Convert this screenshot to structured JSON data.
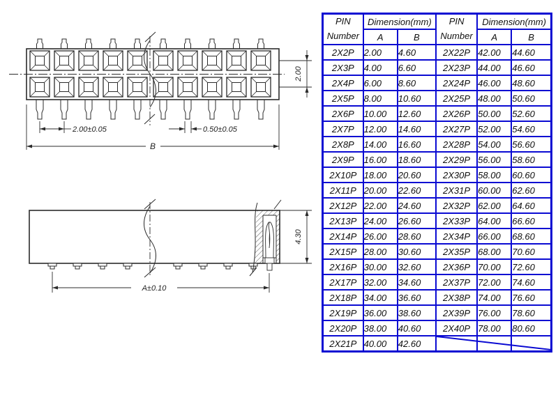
{
  "colors": {
    "table_border": "#0a0ad2",
    "drawing_line": "#2b2b2b"
  },
  "drawing": {
    "top_view": {
      "row_pitch": "2.00",
      "pin_pitch": "2.00±0.05",
      "pin_width": "0.50±0.05",
      "overall_length": "B"
    },
    "side_view": {
      "height": "4.30",
      "length": "A±0.10"
    }
  },
  "table": {
    "headers": {
      "pin_line1": "PIN",
      "pin_line2": "Number",
      "dimension": "Dimension(mm)",
      "col_a": "A",
      "col_b": "B"
    },
    "rows": [
      [
        "2X2P",
        "2.00",
        "4.60",
        "2X22P",
        "42.00",
        "44.60"
      ],
      [
        "2X3P",
        "4.00",
        "6.60",
        "2X23P",
        "44.00",
        "46.60"
      ],
      [
        "2X4P",
        "6.00",
        "8.60",
        "2X24P",
        "46.00",
        "48.60"
      ],
      [
        "2X5P",
        "8.00",
        "10.60",
        "2X25P",
        "48.00",
        "50.60"
      ],
      [
        "2X6P",
        "10.00",
        "12.60",
        "2X26P",
        "50.00",
        "52.60"
      ],
      [
        "2X7P",
        "12.00",
        "14.60",
        "2X27P",
        "52.00",
        "54.60"
      ],
      [
        "2X8P",
        "14.00",
        "16.60",
        "2X28P",
        "54.00",
        "56.60"
      ],
      [
        "2X9P",
        "16.00",
        "18.60",
        "2X29P",
        "56.00",
        "58.60"
      ],
      [
        "2X10P",
        "18.00",
        "20.60",
        "2X30P",
        "58.00",
        "60.60"
      ],
      [
        "2X11P",
        "20.00",
        "22.60",
        "2X31P",
        "60.00",
        "62.60"
      ],
      [
        "2X12P",
        "22.00",
        "24.60",
        "2X32P",
        "62.00",
        "64.60"
      ],
      [
        "2X13P",
        "24.00",
        "26.60",
        "2X33P",
        "64.00",
        "66.60"
      ],
      [
        "2X14P",
        "26.00",
        "28.60",
        "2X34P",
        "66.00",
        "68.60"
      ],
      [
        "2X15P",
        "28.00",
        "30.60",
        "2X35P",
        "68.00",
        "70.60"
      ],
      [
        "2X16P",
        "30.00",
        "32.60",
        "2X36P",
        "70.00",
        "72.60"
      ],
      [
        "2X17P",
        "32.00",
        "34.60",
        "2X37P",
        "72.00",
        "74.60"
      ],
      [
        "2X18P",
        "34.00",
        "36.60",
        "2X38P",
        "74.00",
        "76.60"
      ],
      [
        "2X19P",
        "36.00",
        "38.60",
        "2X39P",
        "76.00",
        "78.60"
      ],
      [
        "2X20P",
        "38.00",
        "40.60",
        "2X40P",
        "78.00",
        "80.60"
      ],
      [
        "2X21P",
        "40.00",
        "42.60",
        "",
        "",
        ""
      ]
    ]
  }
}
